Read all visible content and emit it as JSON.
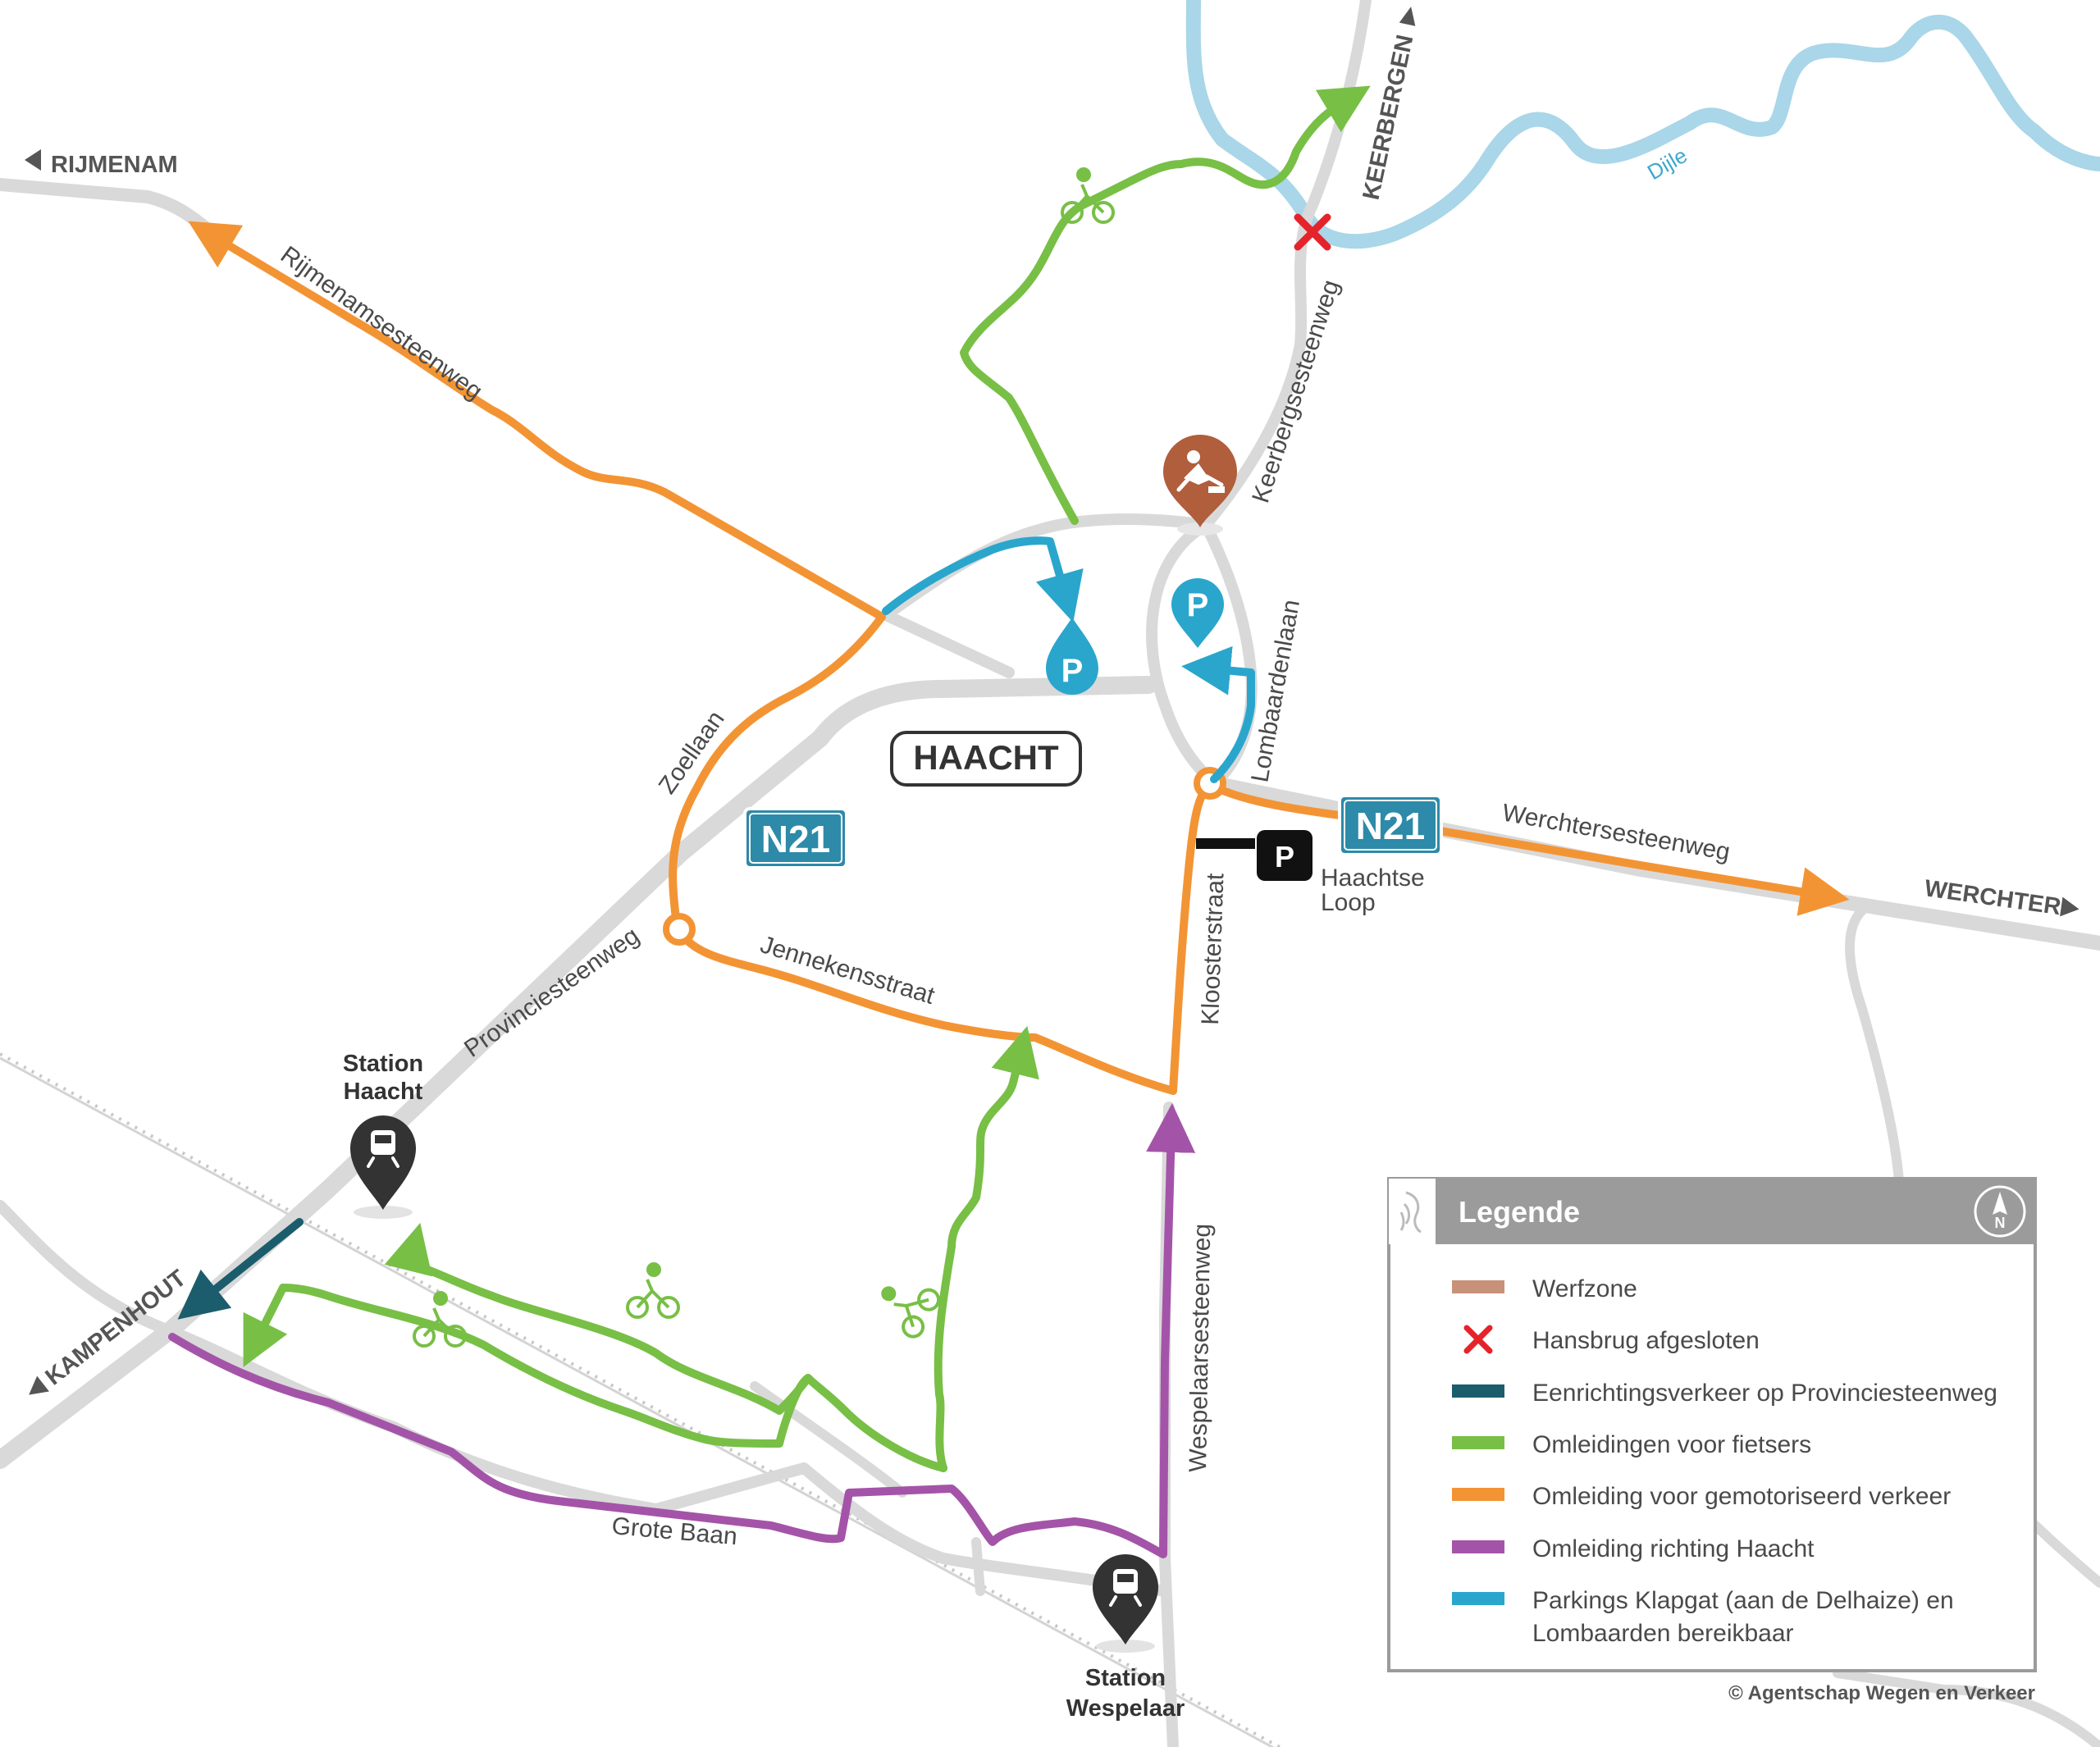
{
  "town": "HAACHT",
  "directions": {
    "rijmenam": "RIJMENAM",
    "keerbergen": "KEERBERGEN",
    "werchter": "WERCHTER",
    "kampenhout": "KAMPENHOUT"
  },
  "river": "Dijle",
  "streets": {
    "rijmenamsesteenweg": "Rijmenamsesteenweg",
    "keerbergsesteenweg": "Keerbergsesteenweg",
    "lombaardenlaan": "Lombaardenlaan",
    "zoellaan": "Zoellaan",
    "werchtersesteenweg": "Werchtersesteenweg",
    "provinciesteenweg": "Provinciesteenweg",
    "jennekensstraat": "Jennekensstraat",
    "kloosterstraat": "Kloosterstraat",
    "wespelaarsesteenweg": "Wespelaarsesteenweg",
    "grote_baan": "Grote Baan"
  },
  "road_shields": [
    "N21",
    "N21"
  ],
  "parking": {
    "symbol": "P",
    "haachtse_loop": [
      "Haachtse",
      "Loop"
    ]
  },
  "stations": {
    "haacht": [
      "Station",
      "Haacht"
    ],
    "wespelaar": [
      "Station",
      "Wespelaar"
    ]
  },
  "legend": {
    "title": "Legende",
    "compass": "N",
    "items": [
      {
        "label": "Werfzone",
        "color": "#c8917a"
      },
      {
        "label": "Hansbrug afgesloten",
        "color": "#e5232a"
      },
      {
        "label": "Eenrichtingsverkeer op Provinciesteenweg",
        "color": "#1b5d6c"
      },
      {
        "label": "Omleidingen voor fietsers",
        "color": "#78bf46"
      },
      {
        "label": "Omleiding voor gemotoriseerd verkeer",
        "color": "#f39434"
      },
      {
        "label": "Omleiding richting Haacht",
        "color": "#a454a8"
      },
      {
        "label": "Parkings Klapgat (aan de Delhaize) en",
        "label2": "Lombaarden bereikbaar",
        "color": "#2aa6cc"
      }
    ]
  },
  "colors": {
    "road": "#d9d9d9",
    "river": "#a9d6e8",
    "orange": "#f39434",
    "green": "#78bf46",
    "purple": "#a454a8",
    "blue": "#2aa6cc",
    "teal": "#1b5d6c",
    "red": "#e5232a",
    "worksite": "#b05e3c",
    "shield": "#2d8aa8",
    "station_pin": "#333333"
  },
  "copyright": "© Agentschap Wegen en Verkeer"
}
